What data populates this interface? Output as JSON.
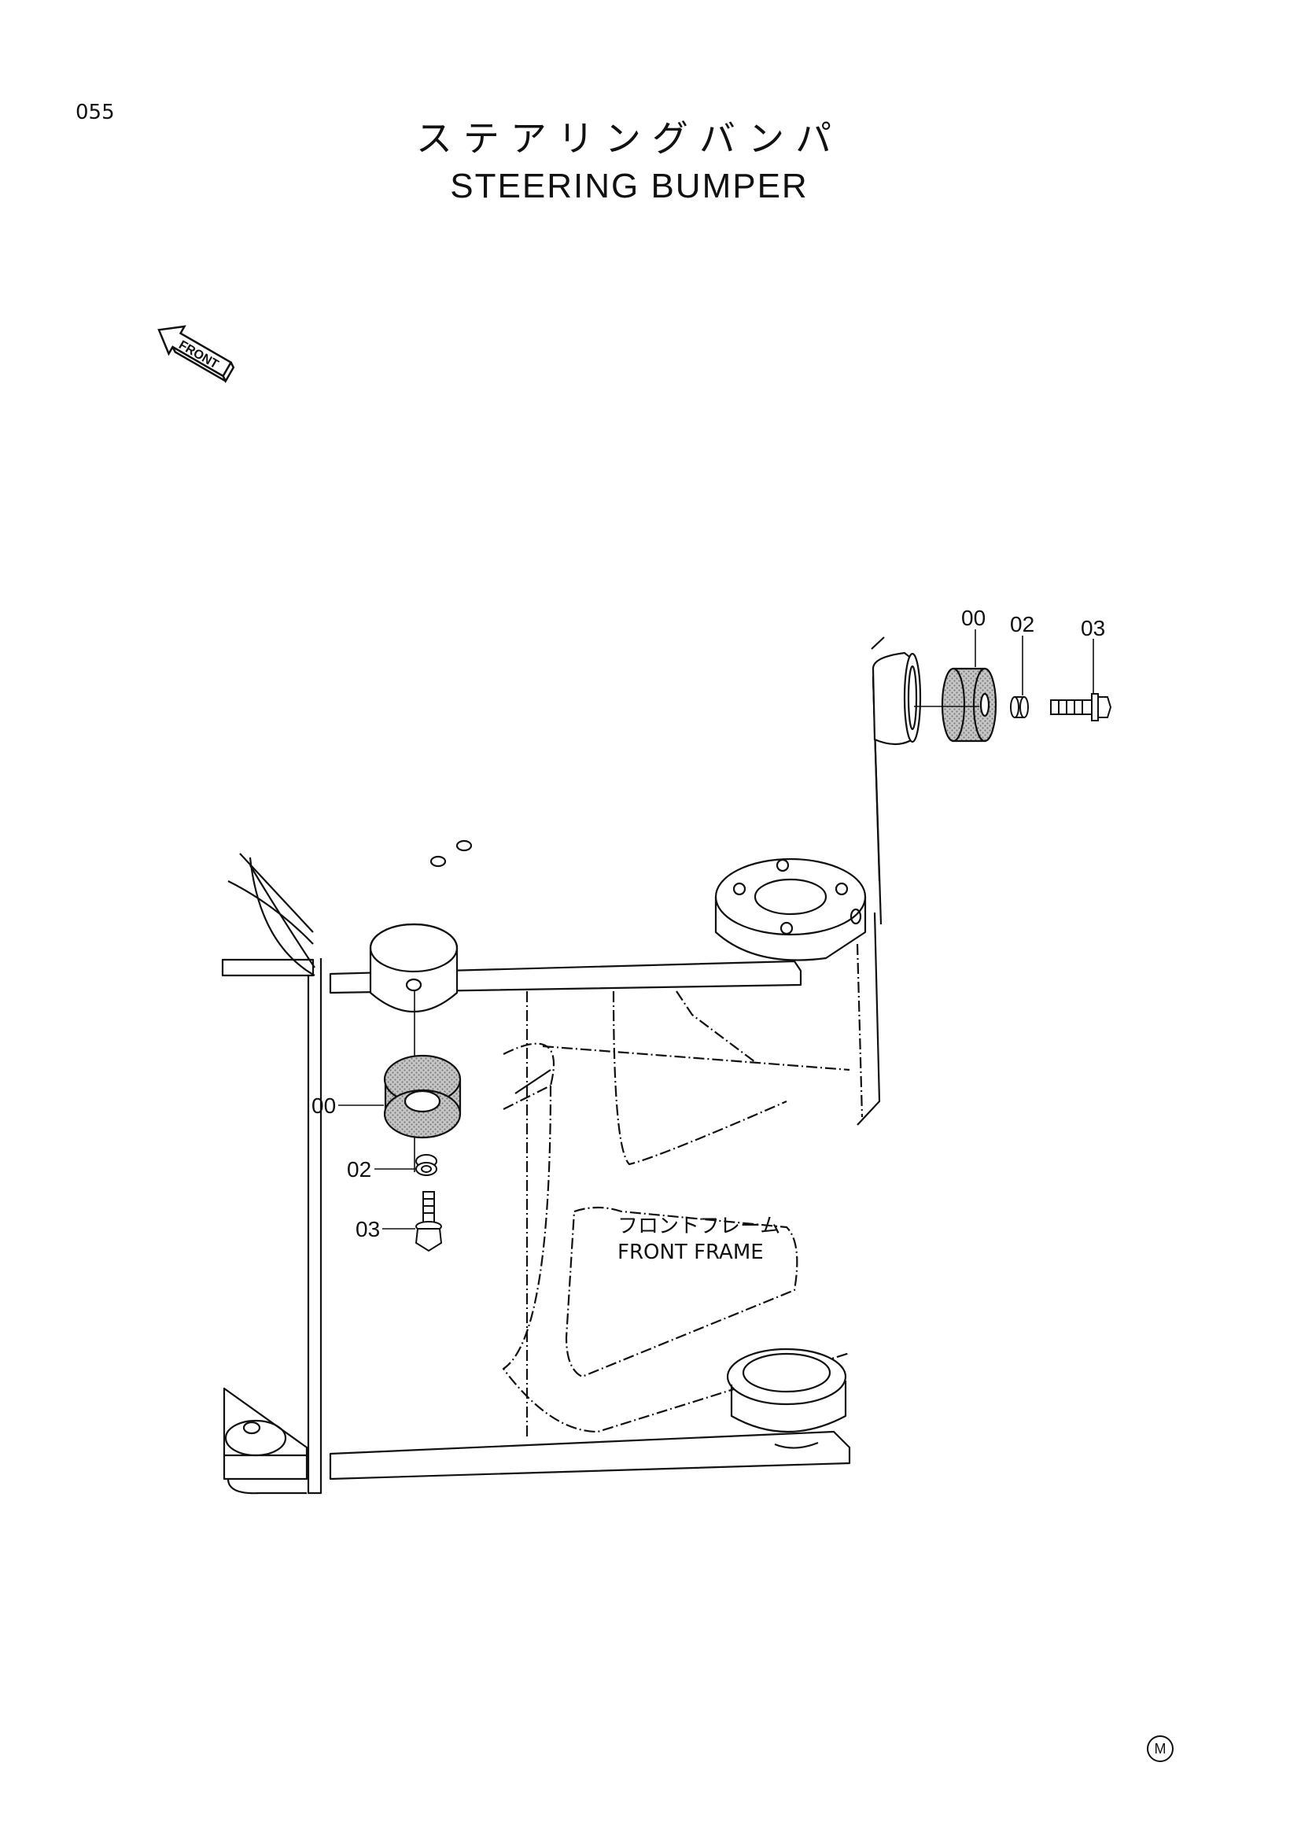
{
  "page_number": "055",
  "title_jp": "ステアリングバンパ",
  "title_en": "STEERING BUMPER",
  "front_arrow_label": "FRONT",
  "callouts": {
    "top_bumper": "00",
    "top_washer": "02",
    "top_bolt": "03",
    "left_bumper": "00",
    "left_washer": "02",
    "left_bolt": "03"
  },
  "frame_label_jp": "フロントフレーム",
  "frame_label_en": "FRONT FRAME",
  "corner_mark": "M",
  "colors": {
    "line": "#111111",
    "shade": "#b0b0b0"
  }
}
